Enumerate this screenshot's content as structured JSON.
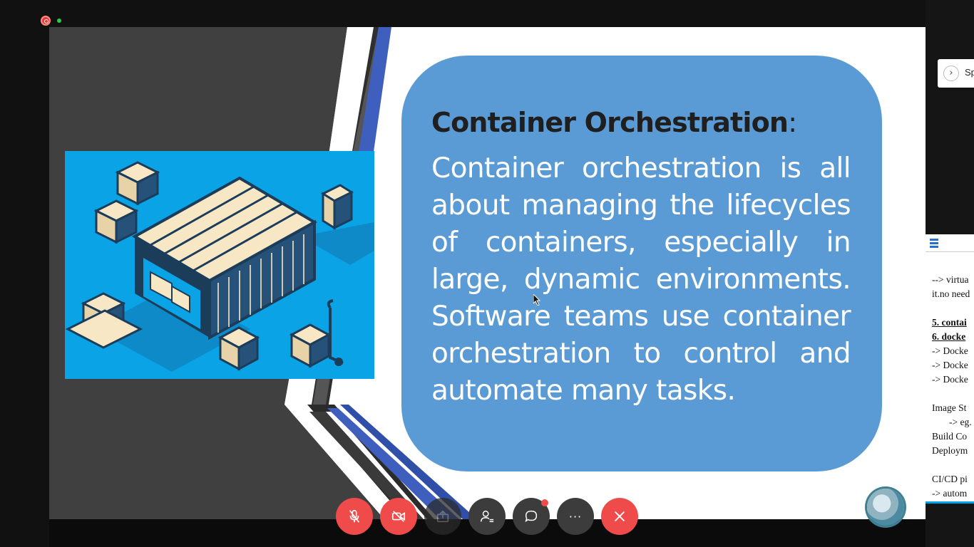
{
  "slide": {
    "title": "Container Orchestration",
    "title_colon": ":",
    "body": "Container orchestration is all about managing the lifecycles of containers, especially in large, dynamic environments. Software teams use container orchestration to control and automate many tasks.",
    "bubble_color": "#5b9bd5",
    "image_bg_color": "#0aa3e6"
  },
  "side_tab": {
    "label": "Sp",
    "icon": "chevron-right-icon"
  },
  "notes": {
    "lines": [
      "--> virtua",
      "it.no need"
    ],
    "heading_5": "5. contai",
    "heading_6": "6. docke",
    "docker_lines": [
      "-> Docke",
      "-> Docke",
      "-> Docke"
    ],
    "image_lines": [
      "Image St",
      "-> eg.",
      "Build Co",
      "Deploym"
    ],
    "cicd_lines": [
      "CI/CD pi",
      "-> autom"
    ]
  },
  "toolbar": {
    "buttons": [
      {
        "name": "mute-mic-button",
        "icon": "mic-off-icon",
        "color": "#f04b4b"
      },
      {
        "name": "video-off-button",
        "icon": "video-off-icon",
        "color": "#f04b4b"
      },
      {
        "name": "share-screen-button",
        "icon": "share-icon",
        "color": "#2b2b2b"
      },
      {
        "name": "participants-button",
        "icon": "participants-icon",
        "color": "#3c3c3c"
      },
      {
        "name": "chat-button",
        "icon": "chat-icon",
        "color": "#3c3c3c"
      },
      {
        "name": "more-options-button",
        "icon": "more-icon",
        "color": "#3c3c3c"
      },
      {
        "name": "leave-call-button",
        "icon": "close-icon",
        "color": "#f04b4b"
      }
    ],
    "more_label": "···"
  }
}
